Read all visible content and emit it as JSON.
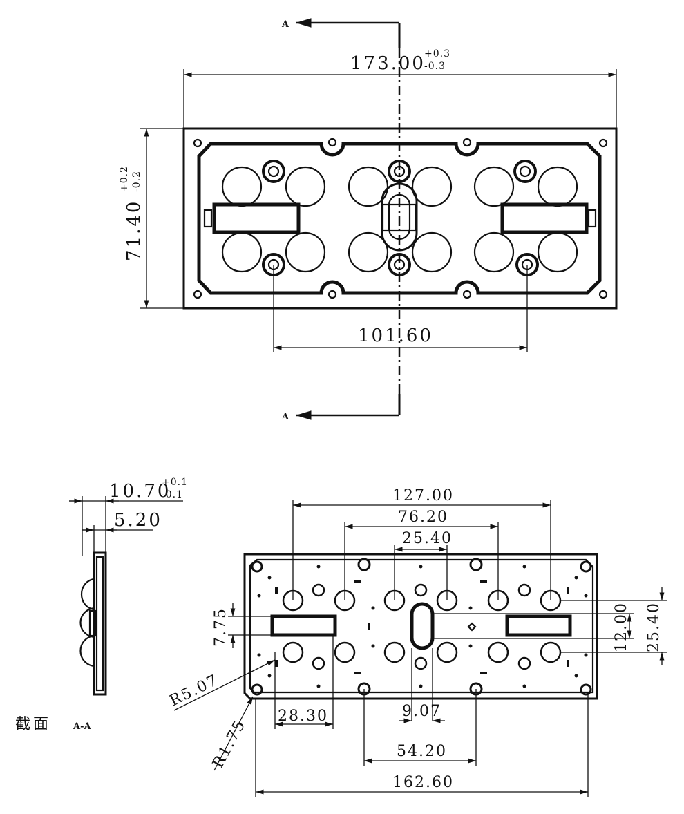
{
  "section": {
    "marker": "A",
    "caption": "截面",
    "caption_id": "A-A"
  },
  "top_view": {
    "width": {
      "value": "173.00",
      "plus": "+0.3",
      "minus": "-0.3"
    },
    "height": {
      "value": "71.40",
      "plus": "+0.2",
      "minus": "-0.2"
    },
    "hole_spacing": "101.60"
  },
  "side_view": {
    "thickness": {
      "value": "10.70",
      "plus": "+0.1",
      "minus": "-0.1"
    },
    "base": "5.20"
  },
  "bottom_view": {
    "dims": {
      "d127": "127.00",
      "d76": "76.20",
      "d25h": "25.40",
      "d775": "7.75",
      "d12": "12.00",
      "d25v": "25.40",
      "r507": "R5.07",
      "r175": "R1.75",
      "d283": "28.30",
      "d907": "9.07",
      "d542": "54.20",
      "d1626": "162.60"
    }
  }
}
